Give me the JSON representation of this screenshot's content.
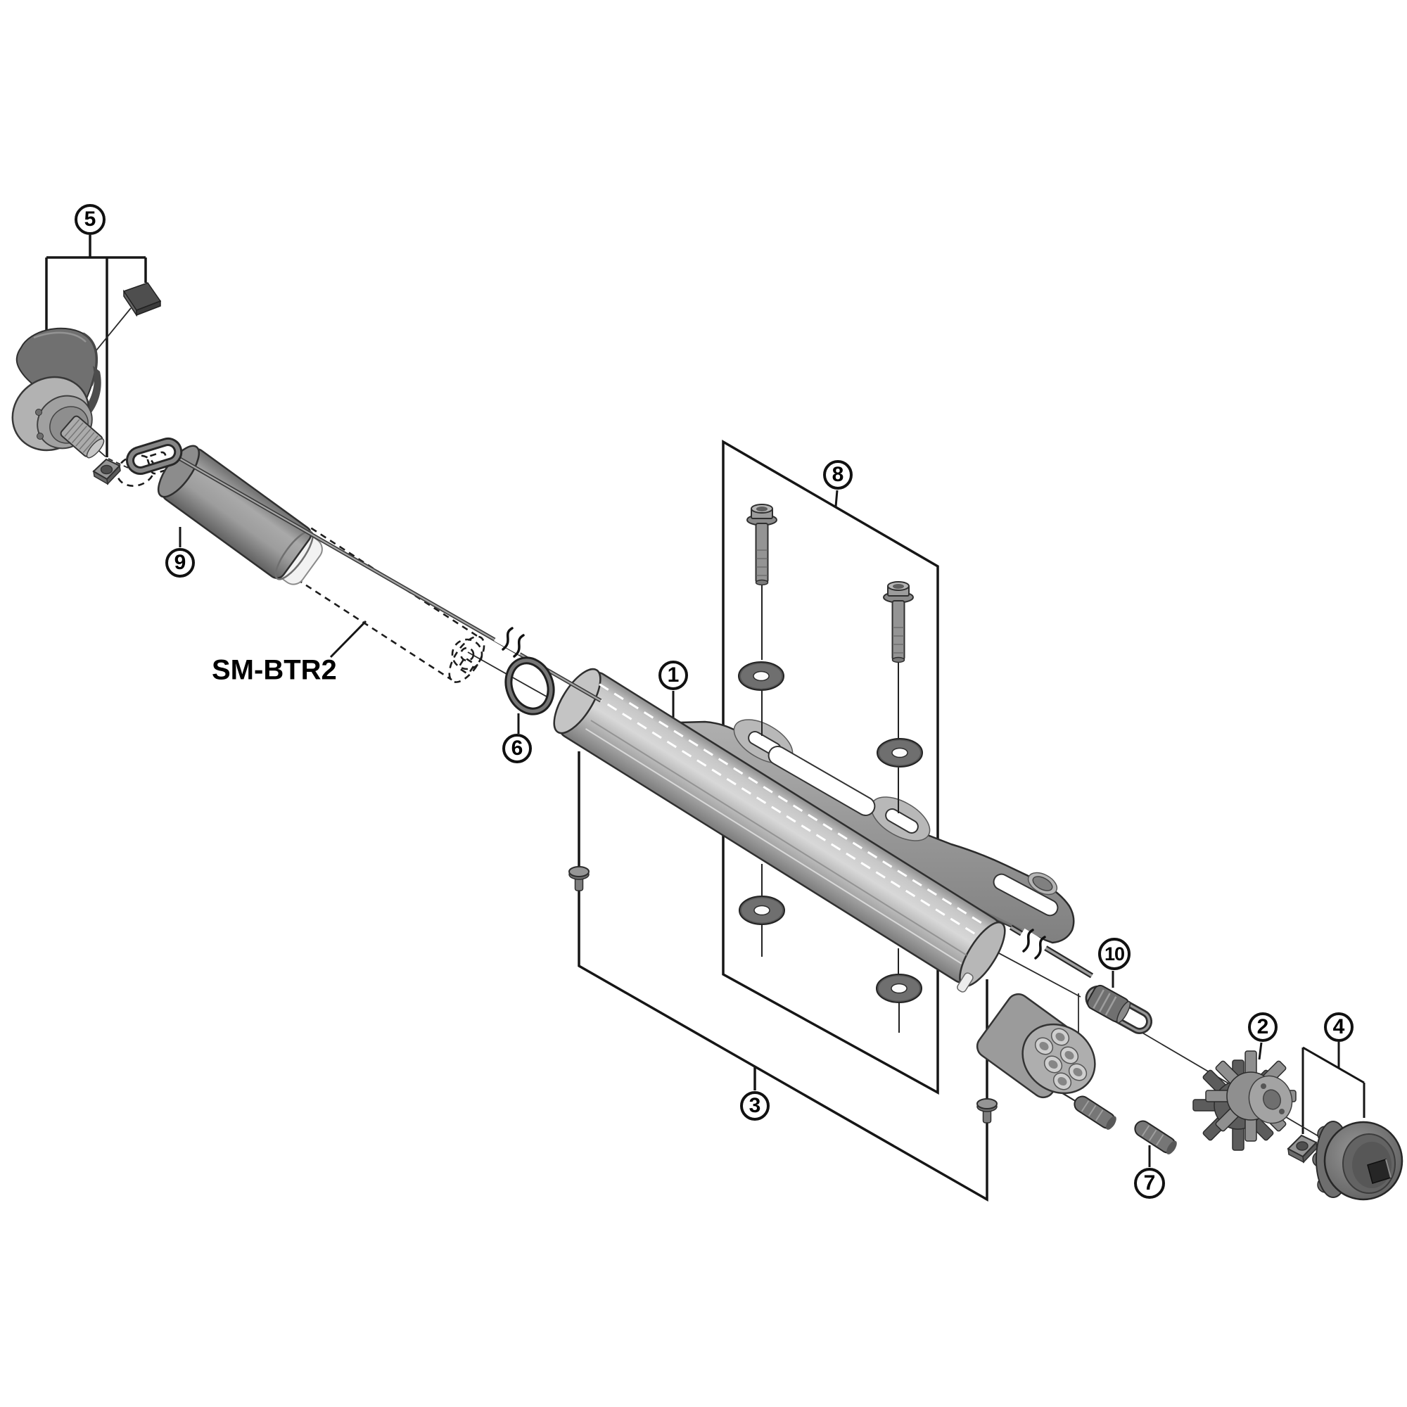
{
  "page": {
    "background": "#ffffff"
  },
  "diagram": {
    "type": "exploded-parts-diagram",
    "product_label": "SM-BTR2",
    "callouts": [
      {
        "label": "1"
      },
      {
        "label": "2"
      },
      {
        "label": "3"
      },
      {
        "label": "4"
      },
      {
        "label": "5"
      },
      {
        "label": "6"
      },
      {
        "label": "7"
      },
      {
        "label": "8"
      },
      {
        "label": "9"
      },
      {
        "label": "10"
      }
    ],
    "colors": {
      "ink": "#1a1a1a",
      "part_light": "#c9c9c9",
      "part_mid": "#9b9b9b",
      "part_dark": "#5f5f5f",
      "background": "#ffffff"
    }
  }
}
